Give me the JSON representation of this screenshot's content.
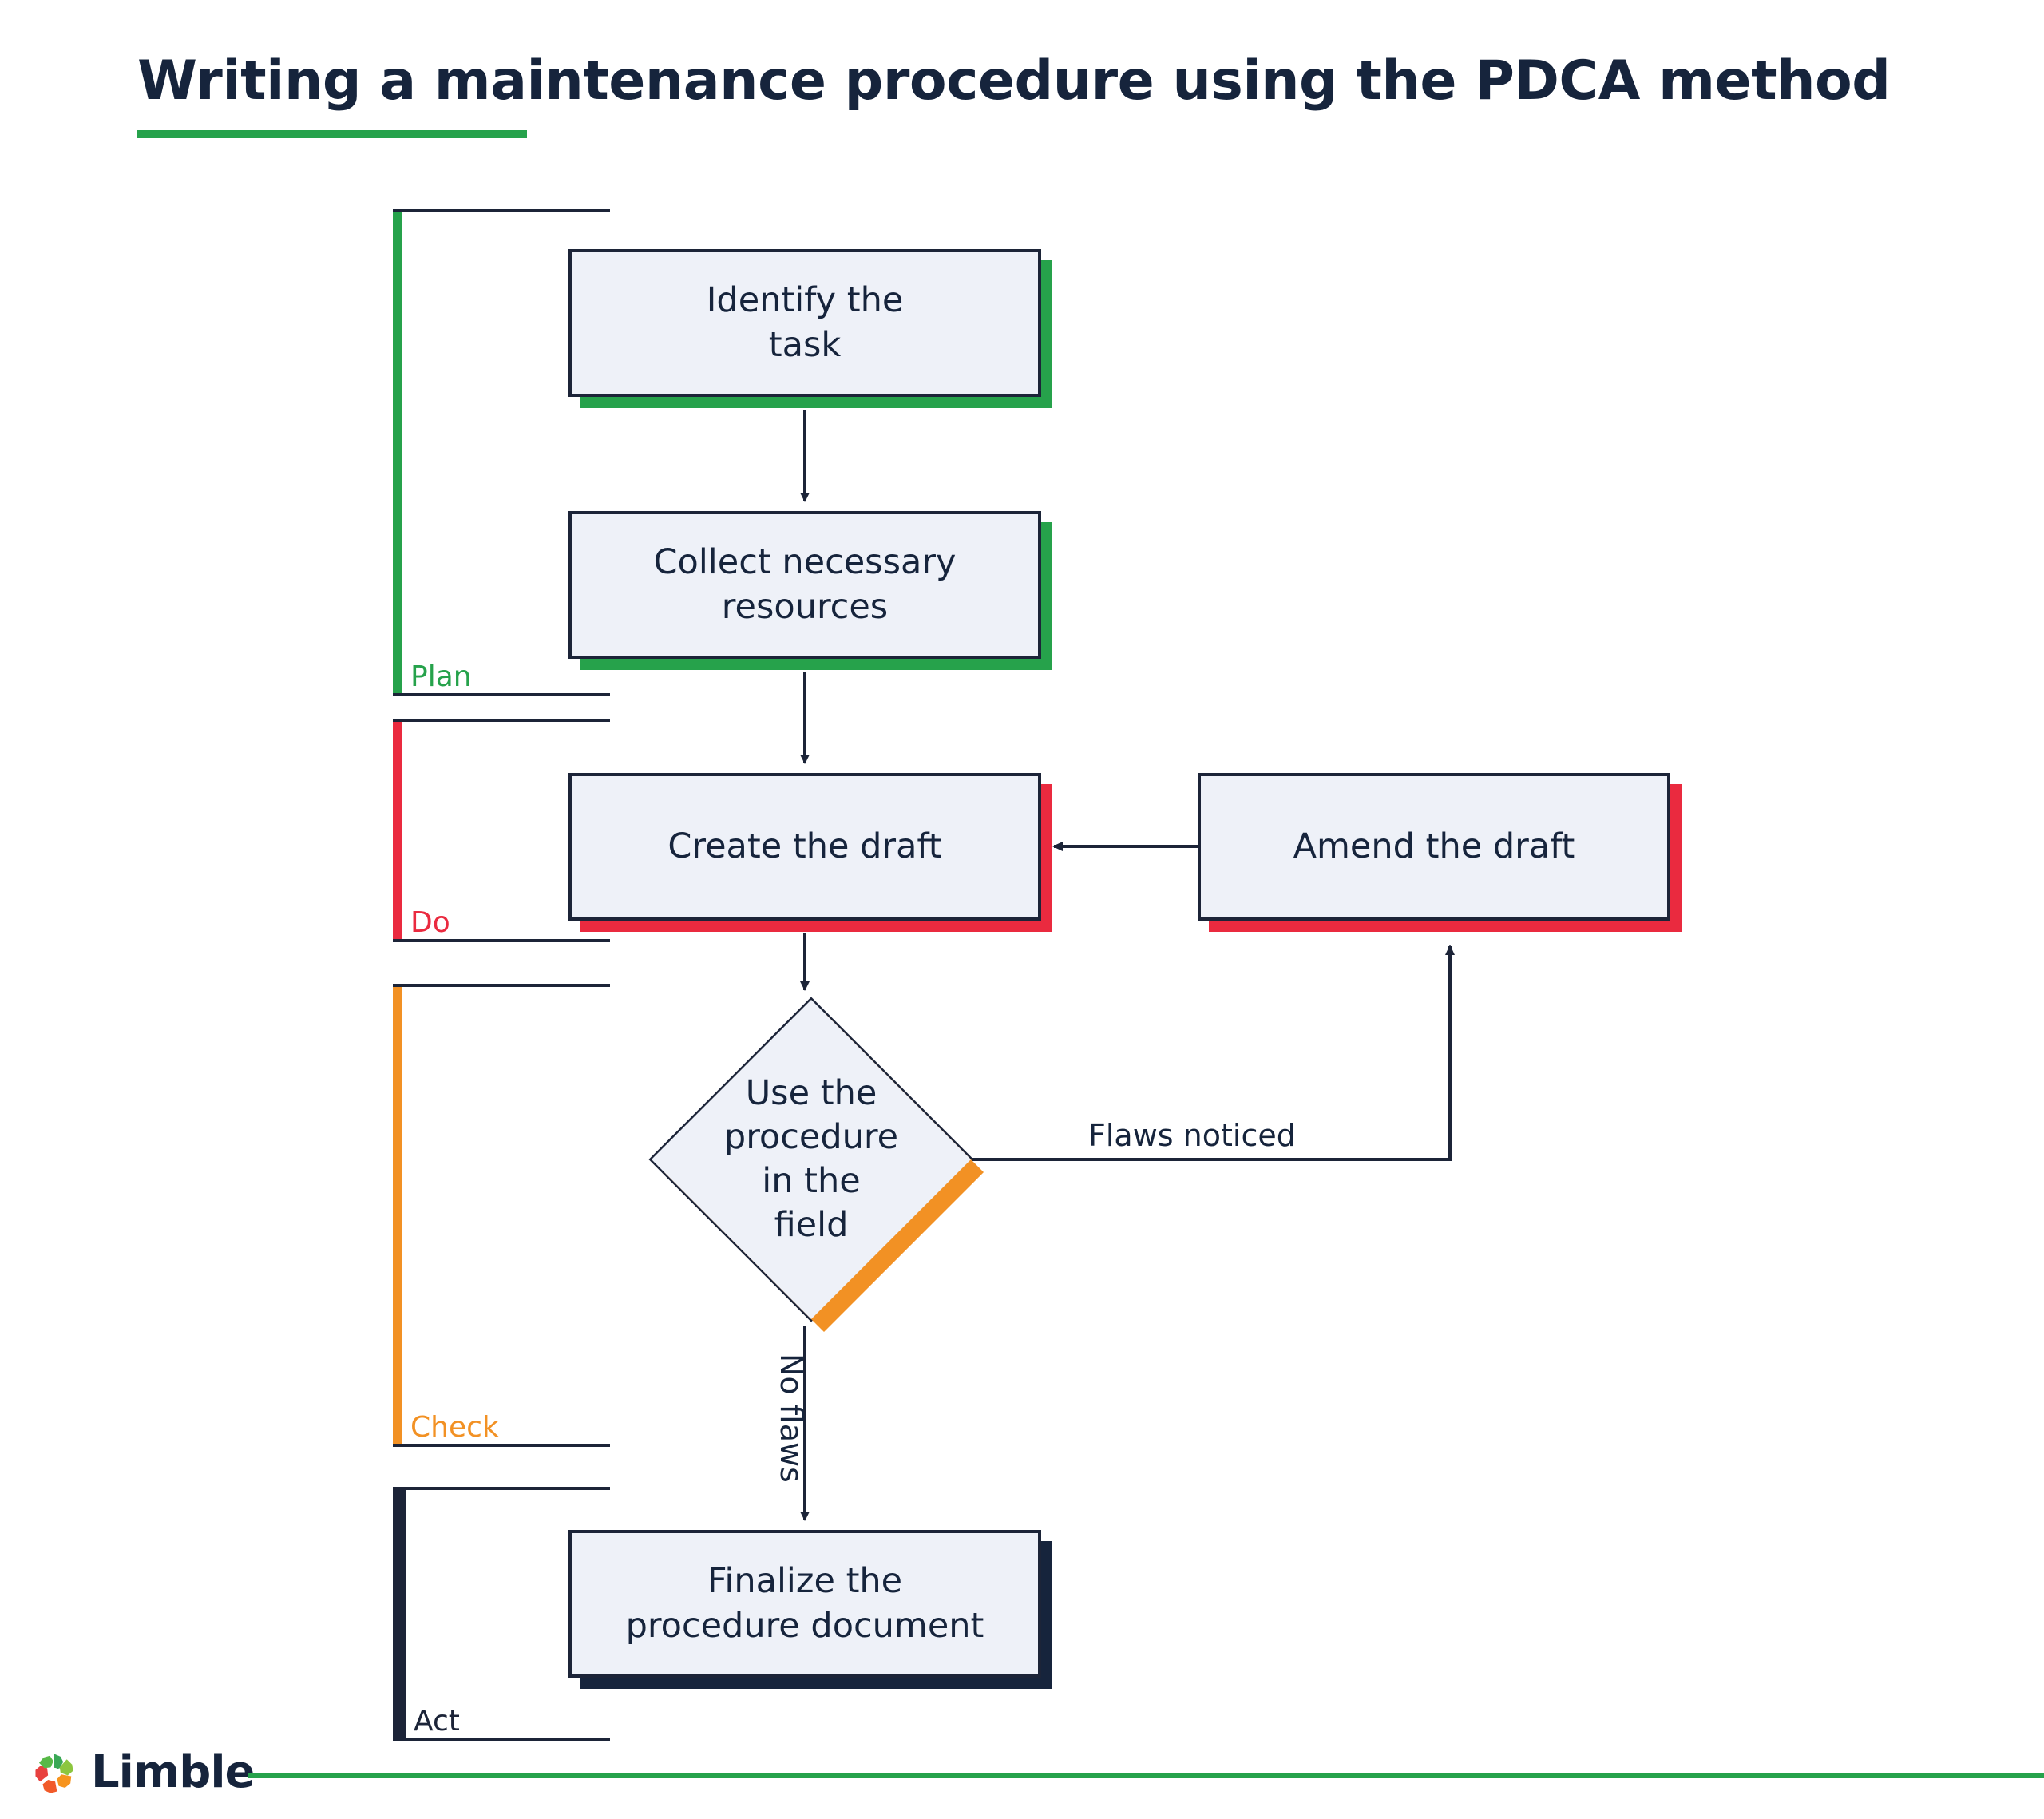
{
  "title": "Writing a maintenance procedure using the PDCA method",
  "colors": {
    "green": "#26a24b",
    "red": "#ea2a3f",
    "orange": "#f29124",
    "navy": "#16243c",
    "border": "#1c2438",
    "node_fill": "#eef1f8",
    "background": "#ffffff"
  },
  "brackets": [
    {
      "id": "plan",
      "label": "Plan",
      "color": "#26a24b"
    },
    {
      "id": "do",
      "label": "Do",
      "color": "#ea2a3f"
    },
    {
      "id": "check",
      "label": "Check",
      "color": "#f29124"
    },
    {
      "id": "act",
      "label": "Act",
      "color": "#16243c"
    }
  ],
  "nodes": [
    {
      "id": "identify",
      "shape": "process",
      "label": "Identify the\ntask",
      "phase": "plan",
      "shadow": "#26a24b"
    },
    {
      "id": "collect",
      "shape": "process",
      "label": "Collect necessary\nresources",
      "phase": "plan",
      "shadow": "#26a24b"
    },
    {
      "id": "create",
      "shape": "process",
      "label": "Create the draft",
      "phase": "do",
      "shadow": "#ea2a3f"
    },
    {
      "id": "amend",
      "shape": "process",
      "label": "Amend the draft",
      "phase": "do",
      "shadow": "#ea2a3f"
    },
    {
      "id": "decision",
      "shape": "decision",
      "label": "Use the\nprocedure\nin the\nfield",
      "phase": "check",
      "shadow": "#f29124"
    },
    {
      "id": "finalize",
      "shape": "process",
      "label": "Finalize the\nprocedure document",
      "phase": "act",
      "shadow": "#16243c"
    }
  ],
  "connectors": [
    {
      "from": "identify",
      "to": "collect",
      "label": ""
    },
    {
      "from": "collect",
      "to": "create",
      "label": ""
    },
    {
      "from": "create",
      "to": "decision",
      "label": ""
    },
    {
      "from": "decision",
      "to": "amend",
      "label": "Flaws noticed"
    },
    {
      "from": "amend",
      "to": "create",
      "label": ""
    },
    {
      "from": "decision",
      "to": "finalize",
      "label": "No flaws"
    }
  ],
  "edge_labels": {
    "flaws_noticed": "Flaws noticed",
    "no_flaws": "No flaws"
  },
  "footer": {
    "brand": "Limble",
    "accent": "#26a24b"
  }
}
